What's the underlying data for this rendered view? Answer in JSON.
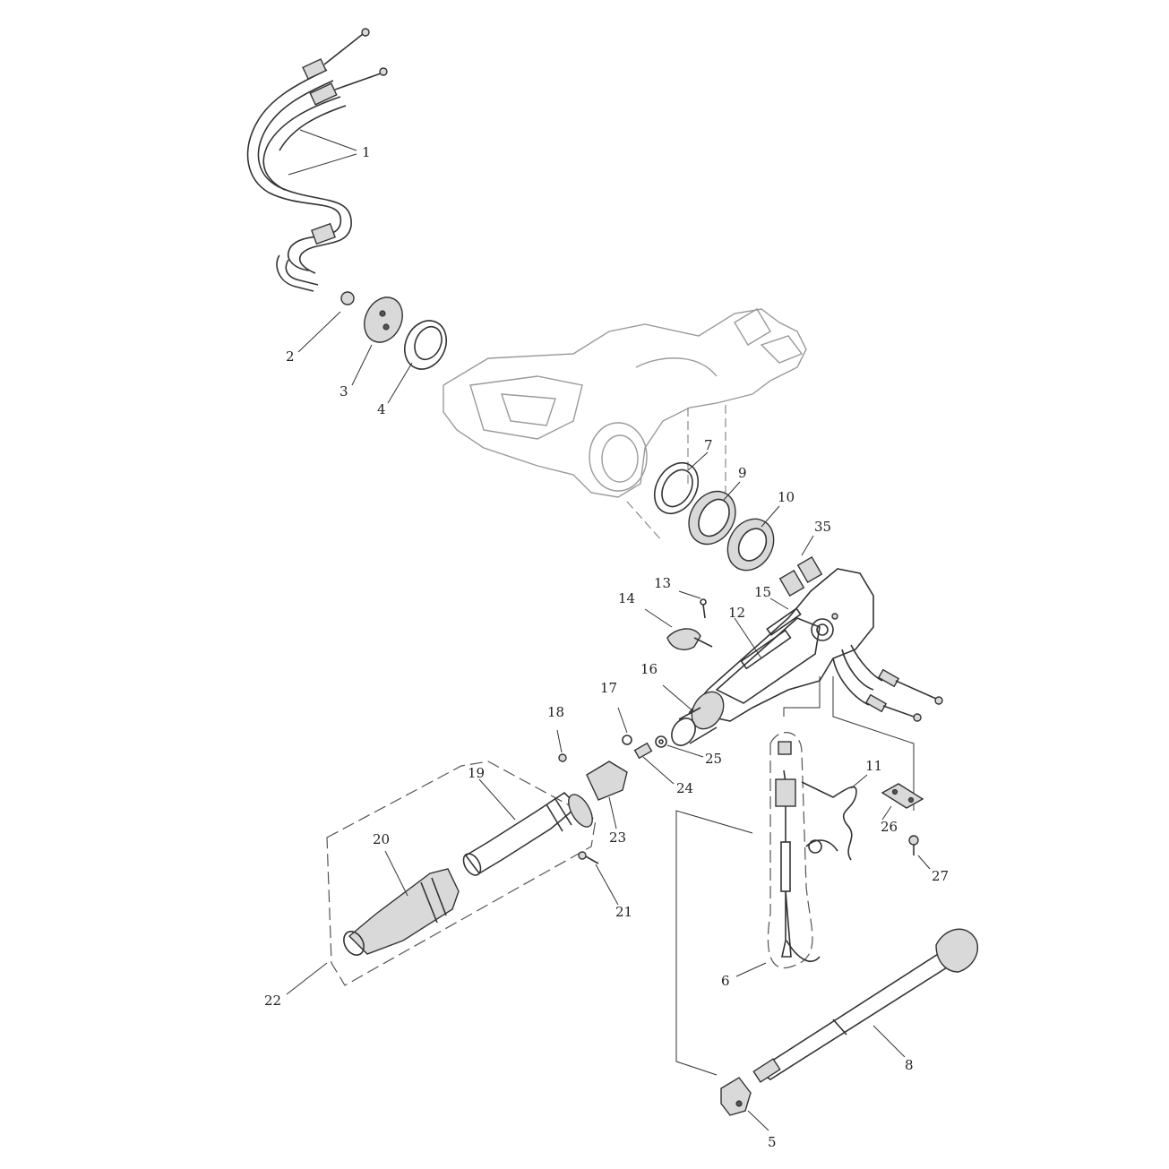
{
  "diagram": {
    "title": "Tiller handle exploded parts diagram",
    "callouts": [
      {
        "id": "1",
        "text": "1"
      },
      {
        "id": "2",
        "text": "2"
      },
      {
        "id": "3",
        "text": "3"
      },
      {
        "id": "4",
        "text": "4"
      },
      {
        "id": "5",
        "text": "5"
      },
      {
        "id": "6",
        "text": "6"
      },
      {
        "id": "7",
        "text": "7"
      },
      {
        "id": "8",
        "text": "8"
      },
      {
        "id": "9",
        "text": "9"
      },
      {
        "id": "10",
        "text": "10"
      },
      {
        "id": "11",
        "text": "11"
      },
      {
        "id": "12",
        "text": "12"
      },
      {
        "id": "13",
        "text": "13"
      },
      {
        "id": "14",
        "text": "14"
      },
      {
        "id": "15",
        "text": "15"
      },
      {
        "id": "16",
        "text": "16"
      },
      {
        "id": "17",
        "text": "17"
      },
      {
        "id": "18",
        "text": "18"
      },
      {
        "id": "19",
        "text": "19"
      },
      {
        "id": "20",
        "text": "20"
      },
      {
        "id": "21",
        "text": "21"
      },
      {
        "id": "22",
        "text": "22"
      },
      {
        "id": "23",
        "text": "23"
      },
      {
        "id": "24",
        "text": "24"
      },
      {
        "id": "25",
        "text": "25"
      },
      {
        "id": "26",
        "text": "26"
      },
      {
        "id": "27",
        "text": "27"
      },
      {
        "id": "35",
        "text": "35"
      }
    ]
  }
}
